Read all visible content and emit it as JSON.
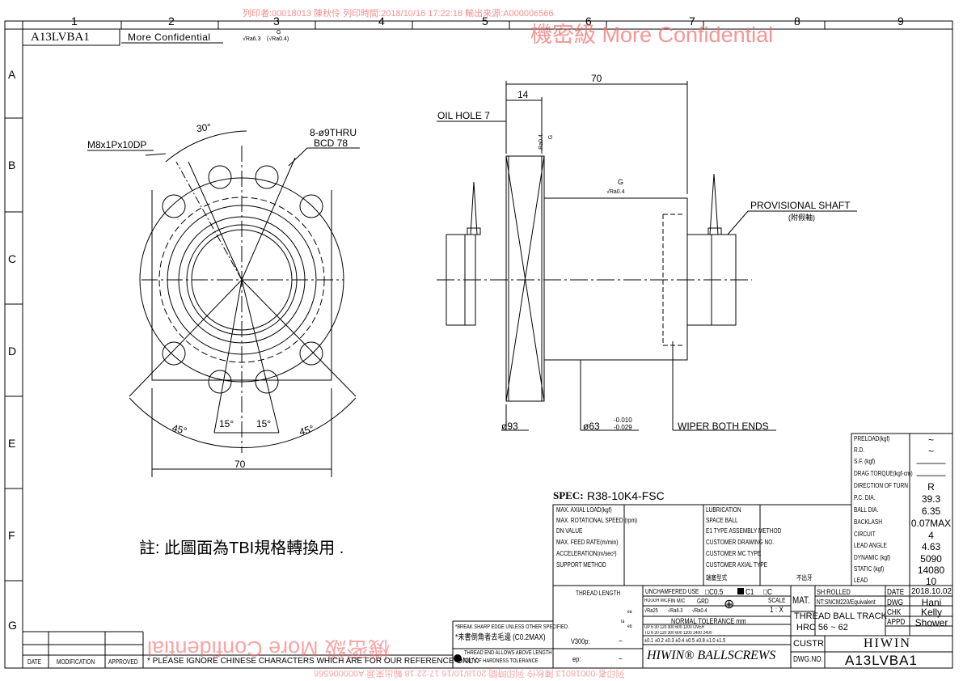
{
  "sheet": {
    "col_labels": [
      "1",
      "2",
      "3",
      "4",
      "5",
      "6",
      "7",
      "8",
      "9"
    ],
    "row_labels": [
      "A",
      "B",
      "C",
      "D",
      "E",
      "F",
      "G"
    ]
  },
  "header": {
    "dwg_id": "A13LVBA1",
    "confidential": "More Confidential",
    "finish_rough": "Ra6.3",
    "finish_fine_g": "G",
    "finish_fine": "Ra0.4"
  },
  "watermark": {
    "print_info": "列印者:00018013 陳秋伶 列印時間:2018/10/16 17:22:18 輸出來源:A000006566",
    "confidential": "機密級 More Confidential",
    "confidential_mirrored": "機密級 More Confidential",
    "print_info_mirrored": "列印者:00018013 陳秋伶 列印時間:2018/10/16 17:22:18 輸出來源:A000006566"
  },
  "front_view": {
    "thread_callout": "M8x1Px10DP",
    "angle_top": "30°",
    "holes_callout": "8-ø9THRU",
    "bcd_callout": "BCD 78",
    "angle_left": "45°",
    "angle_mid_left": "15°",
    "angle_mid_right": "15°",
    "angle_right": "45°",
    "width": "70"
  },
  "side_view": {
    "length": "70",
    "flange": "14",
    "oil_hole": "OIL HOLE 7",
    "finish_g": "G",
    "finish": "Ra0.4",
    "finish_side_g": "G",
    "finish_side": "Ra0.4",
    "provisional": "PROVISIONAL SHAFT",
    "provisional_cn": "(附假軸)",
    "flange_dia": "ø93",
    "body_dia": "ø63",
    "tol_upper": "-0.010",
    "tol_lower": "-0.029",
    "wiper": "WIPER BOTH ENDS"
  },
  "note_cn": "註: 此圖面為TBI規格轉換用 .",
  "spec": {
    "label": "SPEC:",
    "value": "R38-10K4-FSC",
    "rows": [
      [
        "MAX. AXIAL LOAD(kgf)",
        "LUBRICATION"
      ],
      [
        "MAX. ROTATIONAL SPEED (rpm)",
        "SPACE BALL"
      ],
      [
        "DN VALUE",
        "E1 TYPE ASSEMBLY METHOD"
      ],
      [
        "MAX. FEED RATE(m/min)",
        "CUSTOMER DRAWING NO."
      ],
      [
        "ACCELERATION(m/sec²)",
        "CUSTOMER MC TYPE"
      ],
      [
        "SUPPORT METHOD",
        "CUSTOMER AXIAL TYPE"
      ]
    ],
    "tail_row": "端塞型式",
    "tail_right": "不出牙"
  },
  "props": [
    {
      "label": "PRELOAD(kgf)",
      "value": "~"
    },
    {
      "label": "R.D.",
      "value": "~"
    },
    {
      "label": "S.F.   (kgf)",
      "value": "———"
    },
    {
      "label": "DRAG TORQUE(kgf-cm)",
      "value": "———"
    },
    {
      "label": "DIRECTION OF TURN",
      "value": "R"
    },
    {
      "label": "P.C. DIA.",
      "value": "39.3"
    },
    {
      "label": "BALL DIA.",
      "value": "6.35"
    },
    {
      "label": "BACKLASH",
      "value": "0.07MAX"
    },
    {
      "label": "CIRCUIT",
      "value": "4"
    },
    {
      "label": "LEAD ANGLE",
      "value": "4.63"
    },
    {
      "label": "DYNAMIC   (kgf)",
      "value": "5090"
    },
    {
      "label": "STATIC    (kgf)",
      "value": "14080"
    },
    {
      "label": "LEAD",
      "value": "10"
    }
  ],
  "title_block": {
    "thread_length": "THREAD LENGTH",
    "unchamfered": "UNCHAMFERED USE",
    "c05": "C0.5",
    "c1": "C1",
    "c": "C",
    "rough_m": "ROUGH M/C",
    "fin_m": "FIN M/C",
    "grd": "GRD",
    "ra25": "Ra25",
    "ra63": "Ra6.3",
    "ra04": "Ra0.4",
    "scale_label": "SCALE",
    "scale": "1 : X",
    "tol_title": "NORMAL TOLERANCE mm",
    "tol_up": [
      "UP",
      "6",
      "30",
      "120",
      "300",
      "600",
      "1200",
      "OVER"
    ],
    "tol_to": [
      "TO",
      "6",
      "30",
      "120",
      "300",
      "600",
      "1200",
      "2400",
      "2400"
    ],
    "tol_vals": [
      "±0.1",
      "±0.2",
      "±0.3",
      "±0.4",
      "±0.5",
      "±0.8",
      "±1.0",
      "±1.5"
    ],
    "mat_label": "MAT.",
    "mat_1": "SH:ROLLED",
    "mat_2": "NT:SNCM220/Equivalent",
    "date_label": "DATE",
    "date": "2018.10.02",
    "dwg_label": "DWG",
    "dwg": "Hani",
    "chk_label": "CHK",
    "chk": "Kelly",
    "appd_label": "APPD",
    "appd": "Shower",
    "thread_track": "THREAD BALL TRACK",
    "hrc": "HRC  56 ~ 62",
    "custr": "CUSTR",
    "customer": "HIWIN",
    "dwgno_label": "DWG.NO.",
    "dwgno": "A13LVBA1",
    "break_note_1": "*BREAK SHARP EDGE UNLESS OTHER SPECIFIED.",
    "break_note_2": "*未書倒角者去毛邊 (C0.2MAX)",
    "thread_end_1": "THREAD END ALLOWS ABOVE LENGTH",
    "thread_end_2": "OUT OF HARDNESS TOLERANCE",
    "v300": "V300p:",
    "ep": "ep:",
    "tilde1": "~",
    "tilde2": "~",
    "brand": "HIWIN® BALLSCREWS",
    "ta": "Ta",
    "ea": "ea",
    "eb": "eb"
  },
  "revision": {
    "date": "DATE",
    "modification": "MODIFICATION",
    "approved": "APPROVED",
    "ignore_note": "* PLEASE IGNORE CHINESE CHARACTERS WHICH ARE FOR OUR REFERENCE ONLY."
  }
}
